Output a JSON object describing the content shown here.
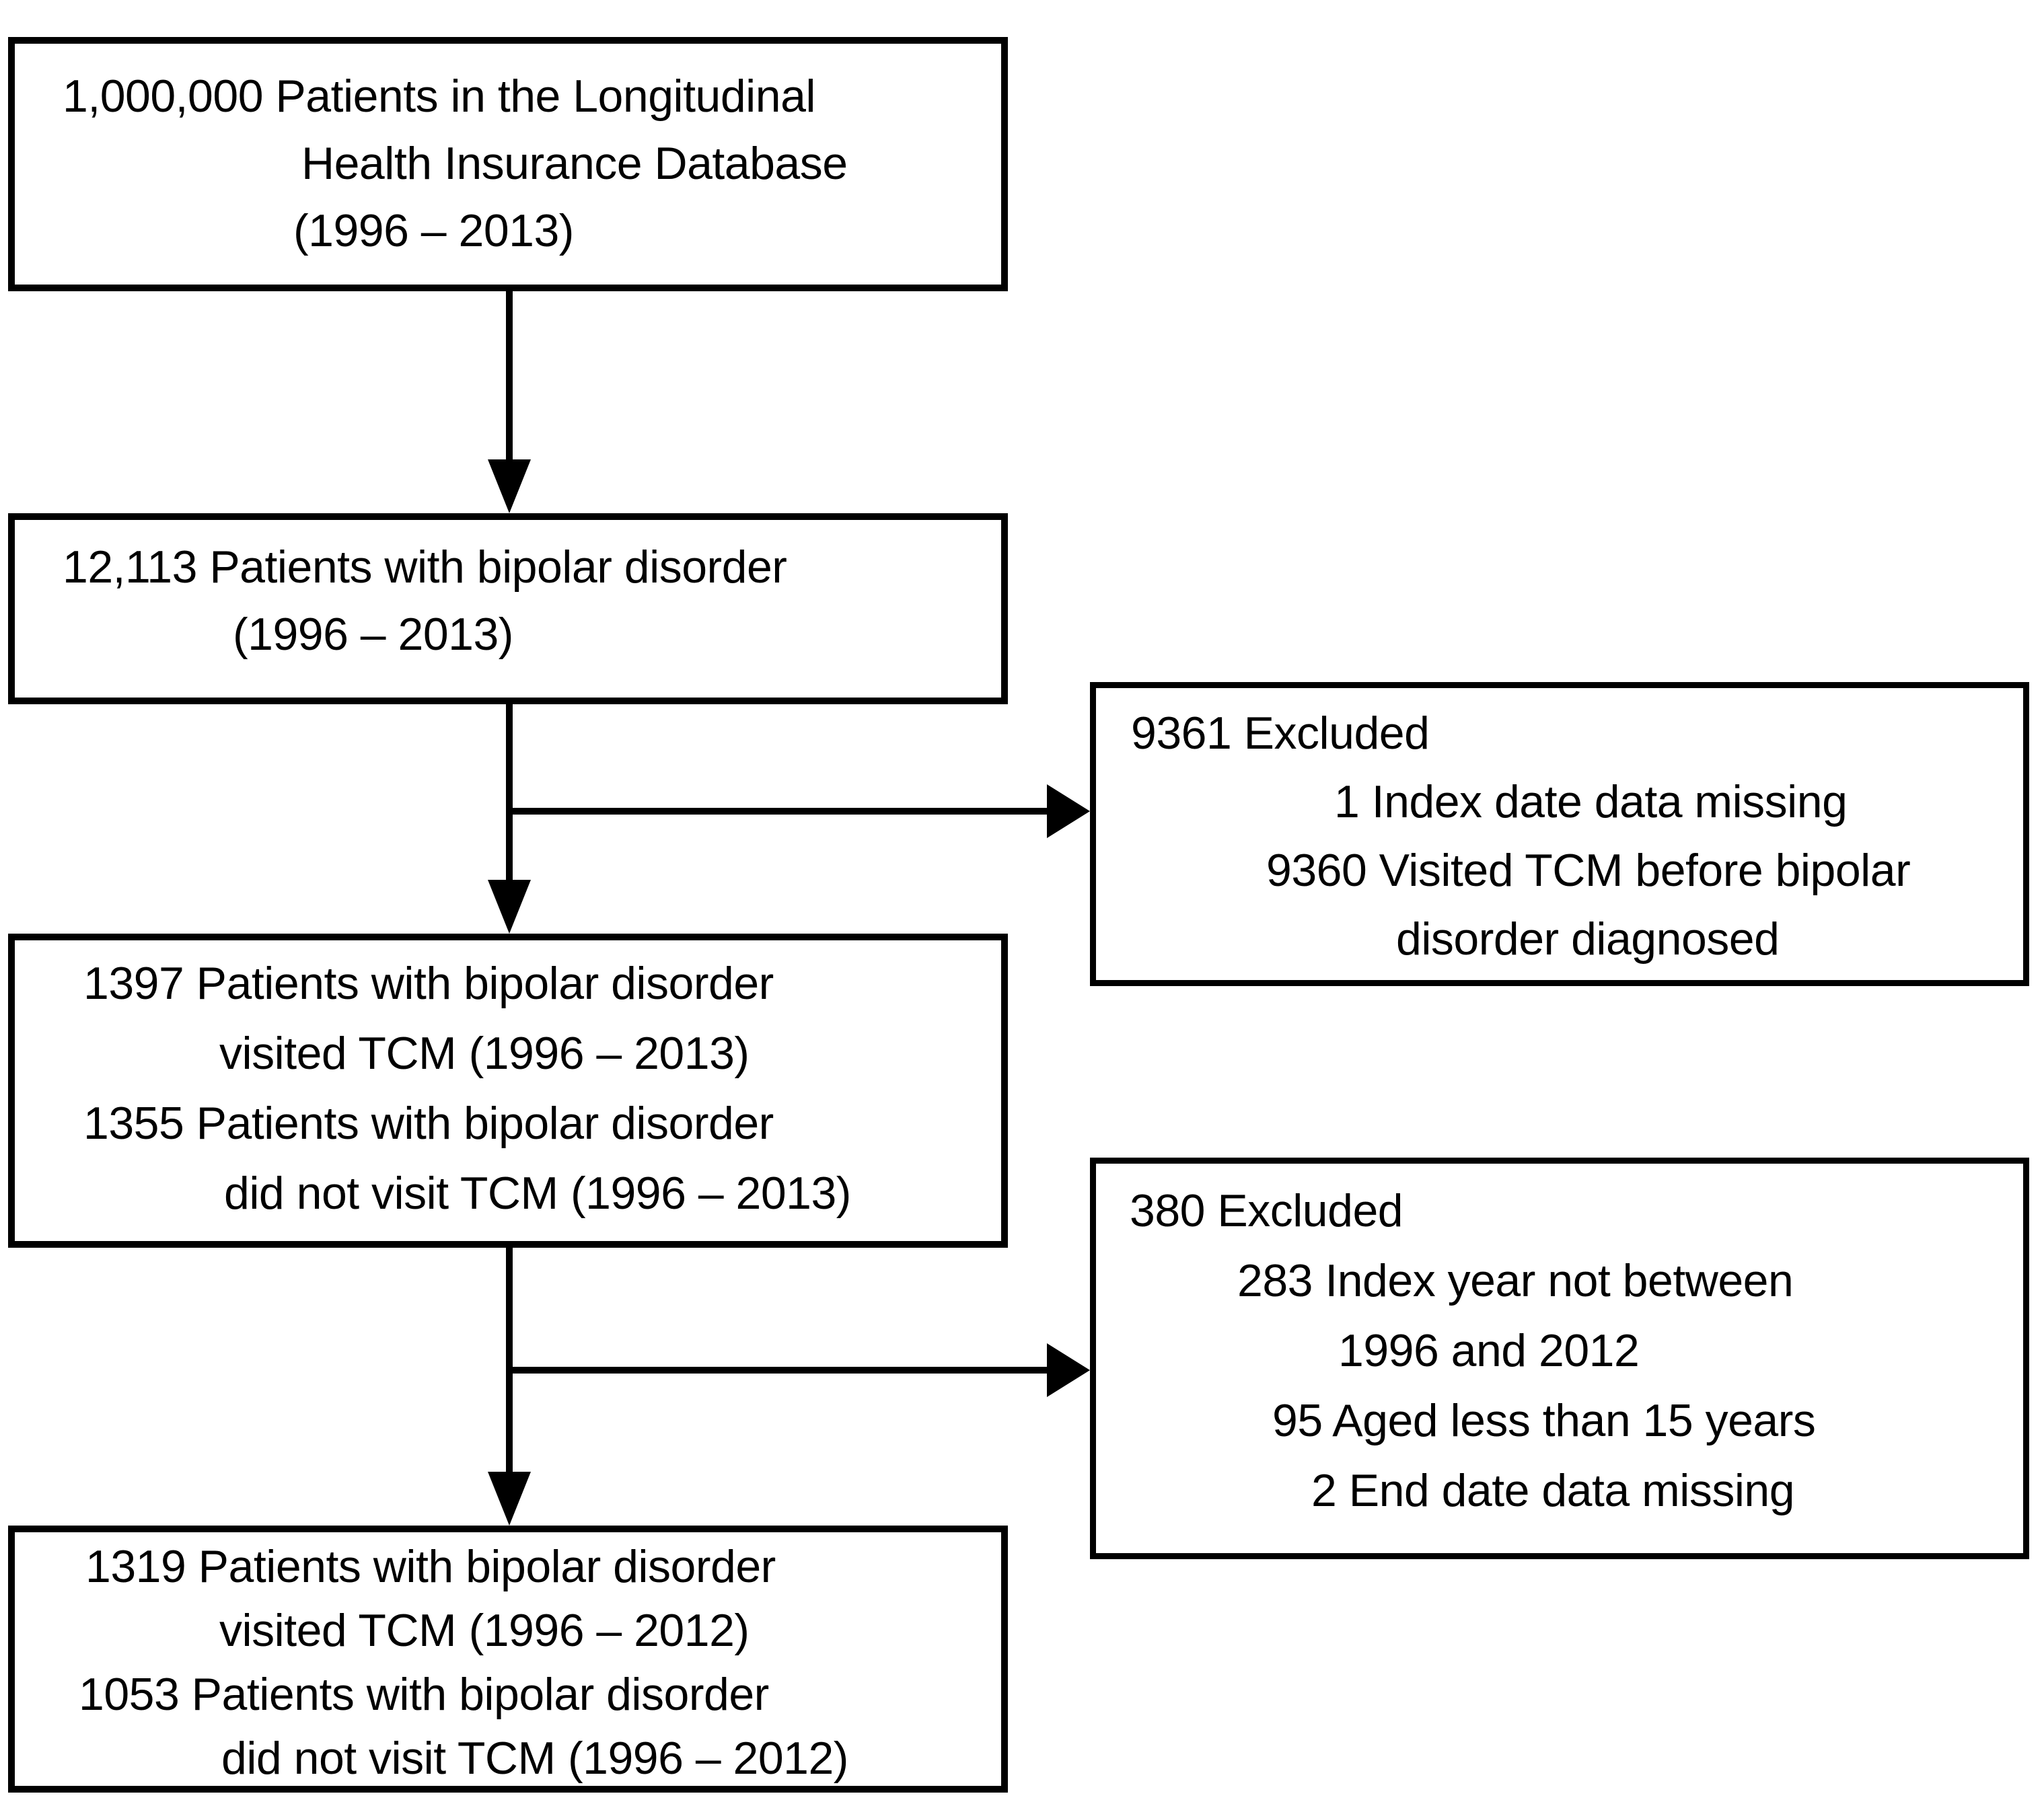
{
  "figure": {
    "background_color": "#ffffff",
    "line_color": "#000000",
    "boxes": {
      "cohort_source": {
        "lines": [
          "1,000,000 Patients in the Longitudinal",
          "Health Insurance Database",
          "(1996 – 2013)"
        ]
      },
      "bipolar_all": {
        "lines": [
          "12,113 Patients with bipolar disorder",
          "(1996 – 2013)"
        ]
      },
      "excluded_first": {
        "lines": [
          "9361 Excluded",
          "1 Index date data missing",
          "9360 Visited TCM before bipolar",
          "disorder diagnosed"
        ]
      },
      "tcm_split_2013": {
        "lines": [
          "1397 Patients with bipolar disorder",
          "visited TCM (1996 – 2013)",
          "1355 Patients with bipolar disorder",
          "did not visit TCM (1996 – 2013)"
        ]
      },
      "excluded_second": {
        "lines": [
          "380 Excluded",
          "283 Index year not between",
          "1996 and 2012",
          "95 Aged less than 15 years",
          "2 End date data missing"
        ]
      },
      "tcm_split_2012": {
        "lines": [
          "1319 Patients with bipolar disorder",
          "visited TCM (1996 – 2012)",
          "1053 Patients with bipolar disorder",
          "did not visit TCM (1996 – 2012)"
        ]
      }
    }
  }
}
